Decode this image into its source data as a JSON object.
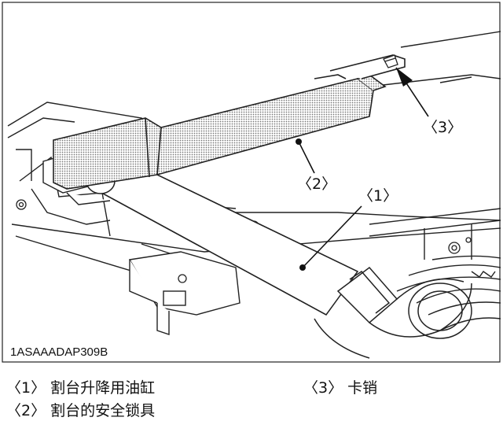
{
  "diagram": {
    "figure_code": "1ASAAADAP309B",
    "callouts": [
      {
        "marker": "〈1〉"
      },
      {
        "marker": "〈2〉"
      },
      {
        "marker": "〈3〉"
      }
    ]
  },
  "legend": {
    "items": [
      {
        "label": "〈1〉 割台升降用油缸"
      },
      {
        "label": "〈2〉 割台的安全锁具"
      },
      {
        "label": "〈3〉 卡销"
      }
    ]
  }
}
